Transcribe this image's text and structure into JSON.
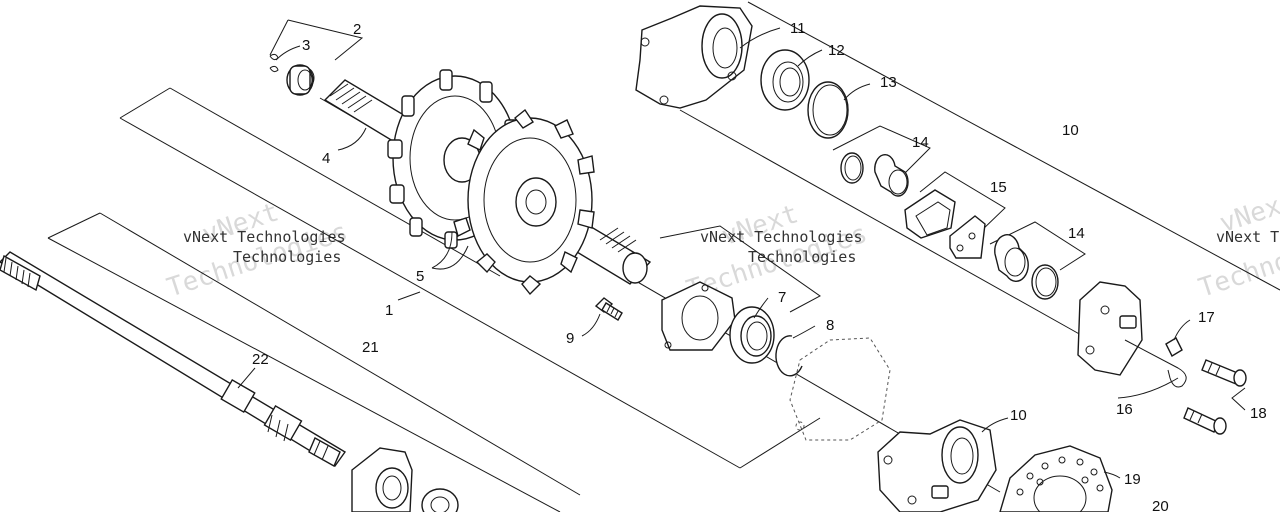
{
  "watermark": {
    "line1": "vNext",
    "line2": "Technologies",
    "small": "vNext Technologies"
  },
  "callouts": {
    "c1": "1",
    "c2": "2",
    "c3": "3",
    "c4": "4",
    "c5": "5",
    "c7": "7",
    "c8": "8",
    "c9": "9",
    "c10a": "10",
    "c10b": "10",
    "c11": "11",
    "c12": "12",
    "c13": "13",
    "c14a": "14",
    "c14b": "14",
    "c15": "15",
    "c16": "16",
    "c17": "17",
    "c18": "18",
    "c19": "19",
    "c20": "20",
    "c21": "21",
    "c22": "22"
  }
}
